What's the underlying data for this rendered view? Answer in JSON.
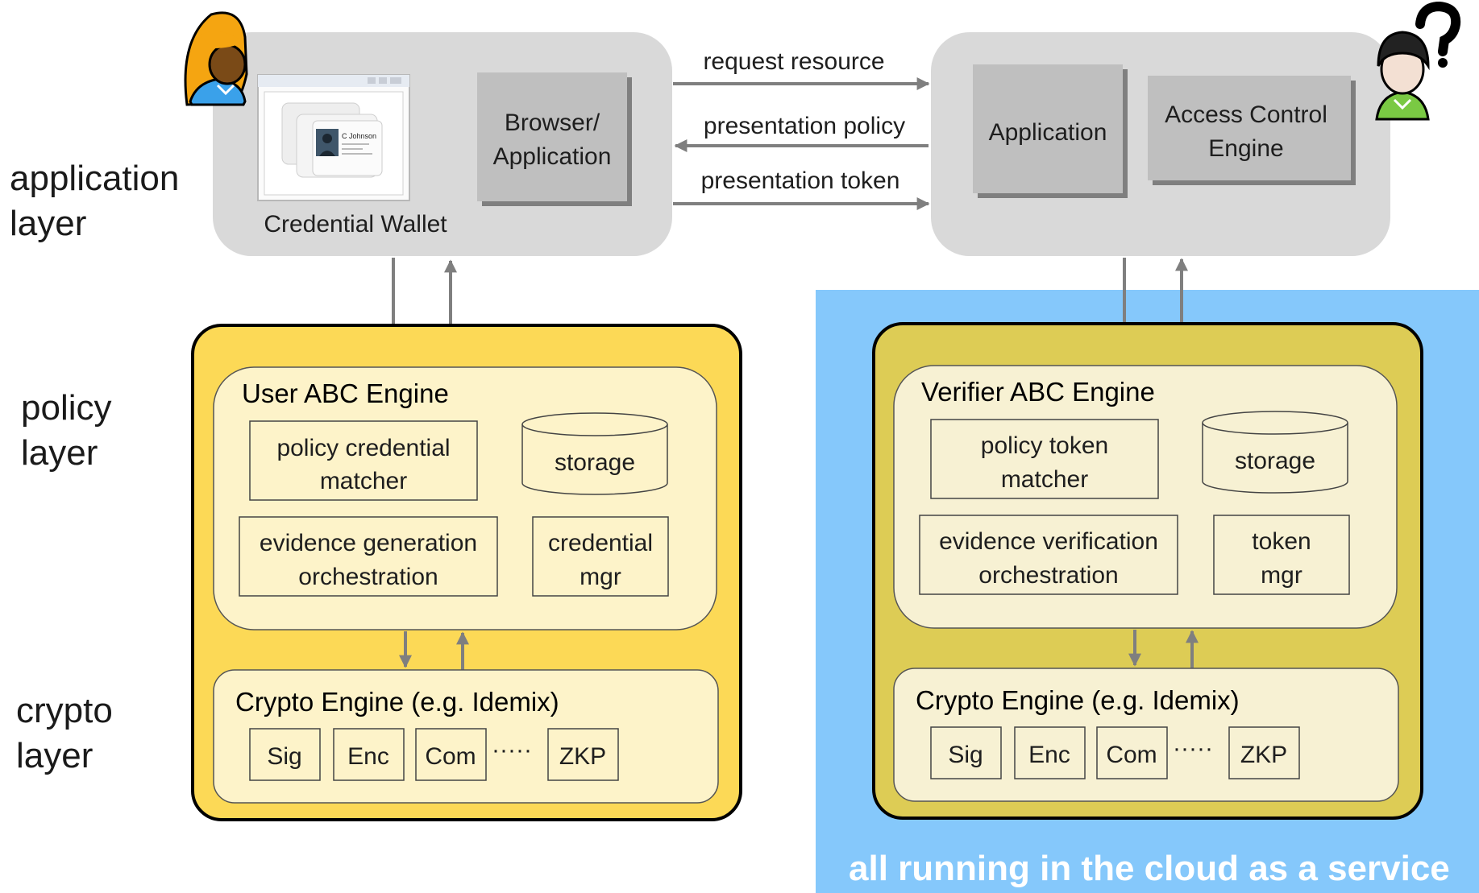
{
  "layers": {
    "application": [
      "application",
      "layer"
    ],
    "policy": [
      "policy",
      "layer"
    ],
    "crypto": [
      "crypto",
      "layer"
    ]
  },
  "user_app": {
    "wallet_label": "Credential Wallet",
    "wallet_card_name": "C Johnson",
    "browser": [
      "Browser/",
      "Application"
    ]
  },
  "verifier_app": {
    "application": "Application",
    "access_control": [
      "Access Control",
      "Engine"
    ]
  },
  "messages": {
    "request": "request resource",
    "policy": "presentation policy",
    "token": "presentation token"
  },
  "user_engine": {
    "title": "User ABC Engine",
    "matcher": [
      "policy credential",
      "matcher"
    ],
    "storage": "storage",
    "orchestration": [
      "evidence generation",
      "orchestration"
    ],
    "mgr": [
      "credential",
      "mgr"
    ]
  },
  "verifier_engine": {
    "title": "Verifier ABC Engine",
    "matcher": [
      "policy token",
      "matcher"
    ],
    "storage": "storage",
    "orchestration": [
      "evidence verification",
      "orchestration"
    ],
    "mgr": [
      "token",
      "mgr"
    ]
  },
  "crypto": {
    "title": "Crypto Engine (e.g. Idemix)",
    "primitives": [
      "Sig",
      "Enc",
      "Com",
      "ZKP"
    ],
    "ellipsis": "·····"
  },
  "cloud_caption": "all running in the cloud as a service",
  "colors": {
    "cloud": "#85c8fb",
    "user_panel": "#fcd956",
    "verifier_panel": "#ddcc55",
    "app_layer": "#d9d9d9",
    "arrow": "#7f7f7f"
  }
}
